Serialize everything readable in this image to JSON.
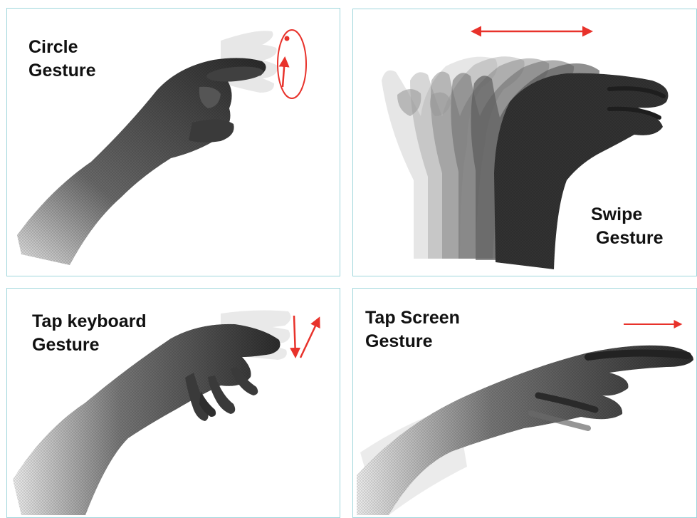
{
  "colors": {
    "panel_border": "#9fd6dc",
    "arrow": "#e8322b",
    "mesh_dark": "#2e2e2e",
    "mesh_light": "#d8d8d8",
    "text": "#111111"
  },
  "panels": [
    {
      "name": "circle-gesture",
      "label_line1": "Circle",
      "label_line2": "Gesture"
    },
    {
      "name": "swipe-gesture",
      "label_line1": "Swipe",
      "label_line2": "Gesture"
    },
    {
      "name": "tap-keyboard-gesture",
      "label_line1": "Tap keyboard",
      "label_line2": "Gesture"
    },
    {
      "name": "tap-screen-gesture",
      "label_line1": "Tap Screen",
      "label_line2": "Gesture"
    }
  ]
}
